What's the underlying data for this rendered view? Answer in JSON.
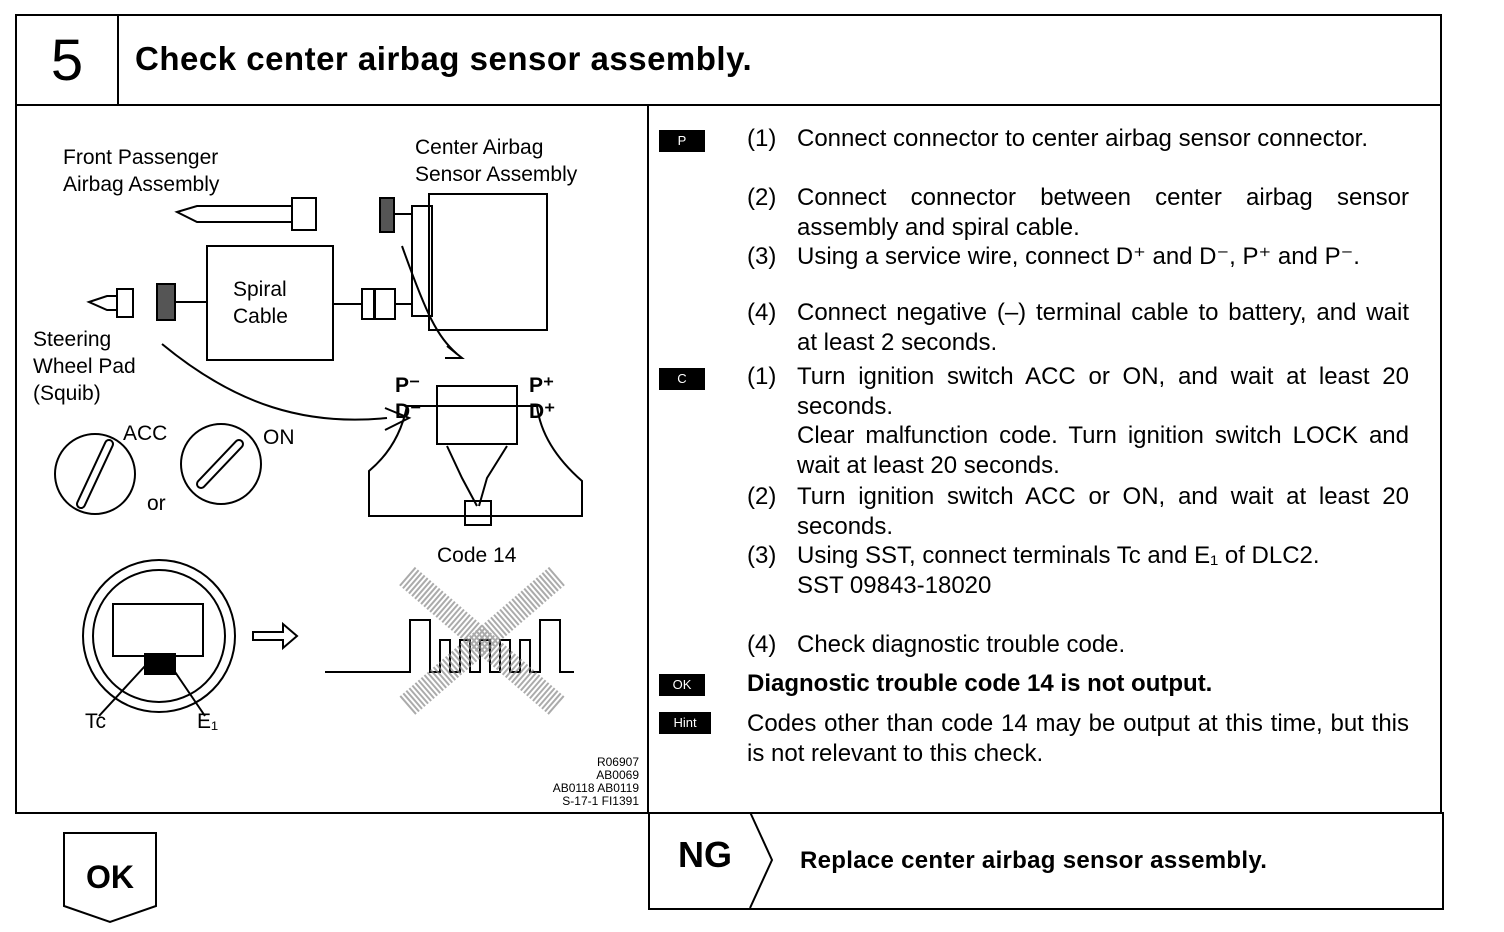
{
  "step": {
    "number": "5",
    "title": "Check center airbag sensor assembly."
  },
  "figure": {
    "labels": {
      "front_passenger": "Front Passenger\nAirbag Assembly",
      "center_sensor": "Center Airbag\nSensor Assembly",
      "spiral_cable": "Spiral\nCable",
      "steering": "Steering\nWheel Pad\n(Squib)",
      "acc": "ACC",
      "on": "ON",
      "or": "or",
      "p_minus": "P⁻",
      "d_minus": "D⁻",
      "p_plus": "P⁺",
      "d_plus": "D⁺",
      "code": "Code 14",
      "tc": "Tc",
      "e1": "E₁"
    },
    "reference": "R06907\nAB0069\nAB0118 AB0119\nS-17-1 FI1391"
  },
  "procedure": {
    "tags": {
      "p": "P",
      "c": "C",
      "ok": "OK",
      "hint": "Hint"
    },
    "p_items": [
      {
        "num": "(1)",
        "text": "Connect connector to center airbag sensor connector."
      },
      {
        "num": "(2)",
        "text": "Connect connector between center airbag sensor assembly and spiral cable."
      },
      {
        "num": "(3)",
        "text": "Using a service wire, connect D⁺ and D⁻, P⁺ and P⁻."
      },
      {
        "num": "(4)",
        "text": "Connect negative (–) terminal cable to battery, and wait at least 2 seconds."
      }
    ],
    "c_items": [
      {
        "num": "(1)",
        "text": "Turn ignition switch ACC or ON, and wait at least 20 seconds.",
        "text2": "Clear malfunction code. Turn ignition switch LOCK and wait at least 20 seconds."
      },
      {
        "num": "(2)",
        "text": "Turn ignition switch ACC or ON, and wait at least 20 seconds."
      },
      {
        "num": "(3)",
        "text": "Using SST, connect terminals Tc and E₁ of DLC2.",
        "text2": "SST  09843-18020"
      },
      {
        "num": "(4)",
        "text": "Check diagnostic trouble code."
      }
    ],
    "ok_text": "Diagnostic trouble code 14 is not output.",
    "hint_text": "Codes other than code 14 may be output at this time, but this is not relevant to this check."
  },
  "result": {
    "ok_label": "OK",
    "ng_label": "NG",
    "ng_action": "Replace center airbag sensor assembly."
  }
}
